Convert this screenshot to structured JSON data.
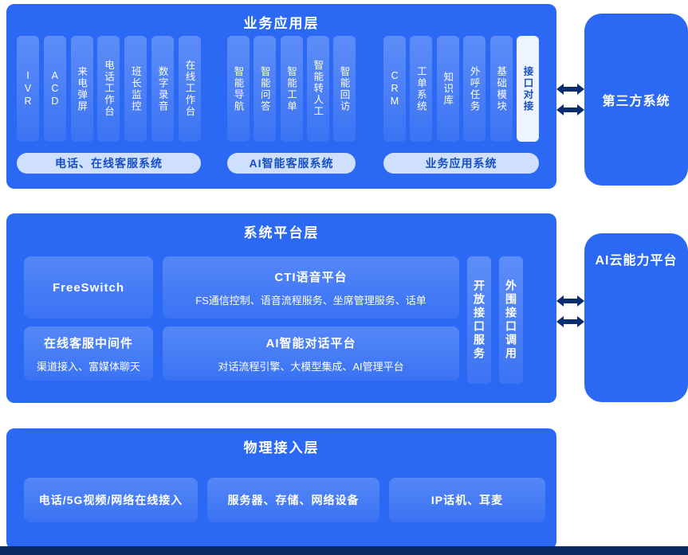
{
  "business_layer": {
    "title": "业务应用层",
    "groups": [
      {
        "label": "电话、在线客服系统",
        "items": [
          "IVR",
          "ACD",
          "来电弹屏",
          "电话工作台",
          "班长监控",
          "数字录音",
          "在线工作台"
        ]
      },
      {
        "label": "AI智能客服系统",
        "items": [
          "智能导航",
          "智能问答",
          "智能工单",
          "智能转人工",
          "智能回访"
        ]
      },
      {
        "label": "业务应用系统",
        "items": [
          "CRM",
          "工单系统",
          "知识库",
          "外呼任务",
          "基础模块",
          "接口对接"
        ]
      }
    ]
  },
  "platform_layer": {
    "title": "系统平台层",
    "boxes": [
      {
        "title": "FreeSwitch"
      },
      {
        "title": "CTI语音平台",
        "subtitle": "FS通信控制、语音流程服务、坐席管理服务、话单"
      },
      {
        "title": "在线客服中间件",
        "subtitle": "渠道接入、富媒体聊天"
      },
      {
        "title": "AI智能对话平台",
        "subtitle": "对话流程引擎、大模型集成、AI管理平台"
      }
    ],
    "vertical_tabs": [
      "开放接口服务",
      "外围接口调用"
    ]
  },
  "physical_layer": {
    "title": "物理接入层",
    "items": [
      "电话/5G视频/网络在线接入",
      "服务器、存储、网络设备",
      "IP话机、耳麦"
    ]
  },
  "external": {
    "third_party": "第三方系统",
    "ai_cloud": "AI云能力平台"
  },
  "colors": {
    "panel_blue": "#2b68f3",
    "item_blue_light": "#5d8df8",
    "item_blue_dark": "#3b73f3",
    "label_bg": "#cfe0ff",
    "label_text": "#164ec4",
    "highlight_item_bg": "#edf3ff",
    "highlight_item_text": "#1b50c8",
    "arrow": "#0a2d6e",
    "footer_bar": "#0a2a66"
  }
}
